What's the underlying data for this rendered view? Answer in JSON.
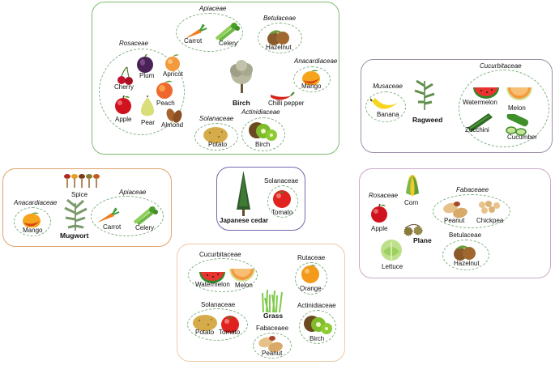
{
  "colors": {
    "birch_border": "#7dbb6f",
    "ragweed_border": "#9b8ea8",
    "mugwort_border": "#e0a36a",
    "cedar_border": "#6f68b0",
    "plane_border": "#c9a9c8",
    "grass_border": "#efc9a6",
    "ellipse_dash": "#7fb07f"
  },
  "birch": {
    "center_label": "Birch",
    "families": {
      "apiaceae": "Apiaceae",
      "betulaceae": "Betulaceae",
      "rosaceae": "Rosaceae",
      "anacardiaceae": "Anacardiaceae",
      "solanaceae": "Solanaceae",
      "actinidiaceae": "Actinidiaceae"
    },
    "foods": {
      "carrot": "Carrot",
      "celery": "Celery",
      "hazelnut": "Hazelnut",
      "cherry": "Cherry",
      "plum": "Plum",
      "apricot": "Apricot",
      "peach": "Peach",
      "apple": "Apple",
      "pear": "Pear",
      "almond": "Almond",
      "mango": "Mango",
      "chilli": "Chilli pepper",
      "potato": "Potato",
      "kiwi": "Birch"
    }
  },
  "ragweed": {
    "center_label": "Ragweed",
    "families": {
      "musaceae": "Musaceae",
      "cucurbitaceae": "Cucurbitaceae"
    },
    "foods": {
      "banana": "Banana",
      "watermelon": "Watermelon",
      "melon": "Melon",
      "zucchini": "Zucchini",
      "cucumber": "Cucumber"
    }
  },
  "mugwort": {
    "center_label": "Mugwort",
    "spice": "Spice",
    "families": {
      "anacardiaceae": "Anacardiaceae",
      "apiaceae": "Apiaceae"
    },
    "foods": {
      "mango": "Mango",
      "carrot": "Carrot",
      "celery": "Celery"
    }
  },
  "cedar": {
    "center_label": "Japanese cedar",
    "families": {
      "solanaceae": "Solanaceae"
    },
    "foods": {
      "tomato": "Tomato"
    }
  },
  "plane": {
    "center_label": "Plane",
    "families": {
      "rosaceae": "Rosaceae",
      "fabaceae": "Fabaceaee",
      "betulaceae": "Betulaceae"
    },
    "foods": {
      "apple": "Apple",
      "corn": "Corn",
      "peanut": "Peanut",
      "chickpea": "Chickpea",
      "lettuce": "Lettuce",
      "hazelnut": "Hazelnut"
    }
  },
  "grass": {
    "center_label": "Grass",
    "families": {
      "cucurbitaceae": "Cucurbitaceae",
      "rutaceae": "Rutaceae",
      "solanaceae": "Solanaceae",
      "actinidiaceae": "Actinidiaceae",
      "fabaceae": "Fabaceaee"
    },
    "foods": {
      "watermelon": "Watermelon",
      "melon": "Melon",
      "orange": "Orange",
      "potato": "Potato",
      "tomato": "Tomato",
      "kiwi": "Birch",
      "peanut": "Peanut"
    }
  }
}
